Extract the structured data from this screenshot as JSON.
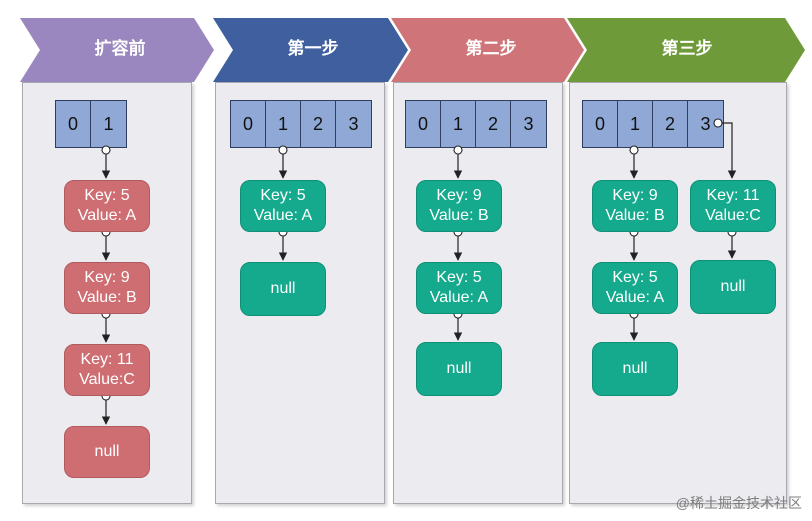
{
  "headers": {
    "before": "扩容前",
    "step1": "第一步",
    "step2": "第二步",
    "step3": "第三步"
  },
  "colors": {
    "before": "#9a87bf",
    "step1": "#3f5f9e",
    "step2": "#cf7478",
    "step3": "#6f9a3a",
    "array_cell": "#8fa8d6",
    "red_node": "#cf6e72",
    "teal_node": "#15aa8d"
  },
  "before": {
    "array": [
      "0",
      "1"
    ],
    "nodes": [
      {
        "key": "Key: 5",
        "value": "Value: A"
      },
      {
        "key": "Key: 9",
        "value": "Value: B"
      },
      {
        "key": "Key: 11",
        "value": "Value:C"
      }
    ],
    "null": "null"
  },
  "step1": {
    "array": [
      "0",
      "1",
      "2",
      "3"
    ],
    "nodes": [
      {
        "key": "Key: 5",
        "value": "Value: A"
      }
    ],
    "null": "null"
  },
  "step2": {
    "array": [
      "0",
      "1",
      "2",
      "3"
    ],
    "nodes": [
      {
        "key": "Key: 9",
        "value": "Value: B"
      },
      {
        "key": "Key: 5",
        "value": "Value: A"
      }
    ],
    "null": "null"
  },
  "step3": {
    "array": [
      "0",
      "1",
      "2",
      "3"
    ],
    "chain1": [
      {
        "key": "Key: 9",
        "value": "Value: B"
      },
      {
        "key": "Key: 5",
        "value": "Value: A"
      }
    ],
    "chain1_null": "null",
    "chain2": [
      {
        "key": "Key: 11",
        "value": "Value:C"
      }
    ],
    "chain2_null": "null"
  },
  "watermark": "@稀土掘金技术社区"
}
